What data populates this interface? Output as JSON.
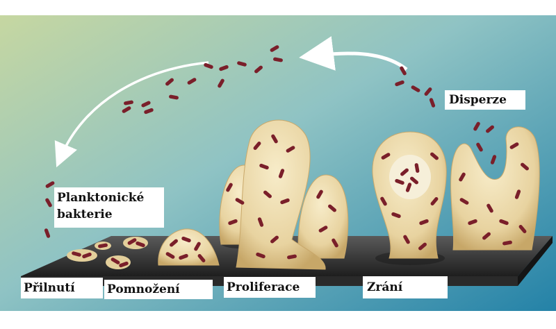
{
  "labels": {
    "planktonic_line1": "Planktonické",
    "planktonic_line2": "bakterie",
    "dispersal": "Disperze",
    "attachment": "Přilnutí",
    "multiplication": "Pomnožení",
    "proliferation": "Proliferace",
    "maturation": "Zrání"
  },
  "colors": {
    "background_top": "#a9cdd9",
    "background_bottom": "#2f8fb0",
    "background_left": "#c9d8a0",
    "surface": "#3a3a3a",
    "surface_edge": "#555555",
    "biofilm": "#ecd9a8",
    "biofilm_edge": "#c9a86a",
    "bacteria": "#7a1f2a",
    "arrow": "#ffffff"
  }
}
